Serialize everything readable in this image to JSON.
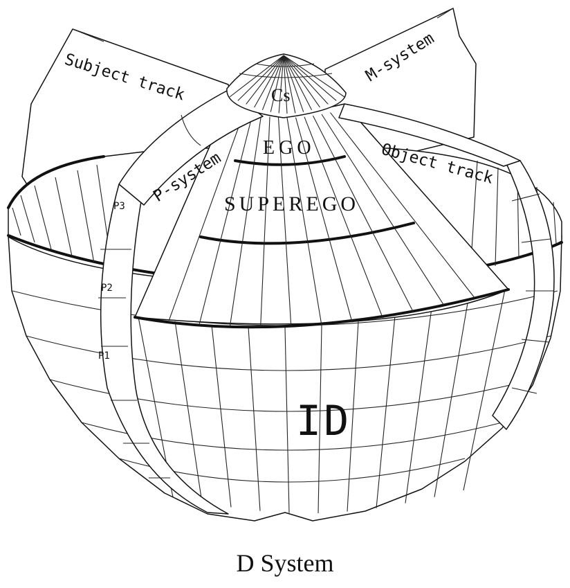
{
  "diagram": {
    "labels": {
      "subject_track": "Subject track",
      "m_system": "M-system",
      "cs": "Cs",
      "ego": "EGO",
      "p_system": "P-system",
      "object_track": "Object track",
      "superego": "SUPEREGO",
      "p3": "P3",
      "p2": "P2",
      "p1": "P1",
      "id": "ID"
    },
    "caption": "D System"
  }
}
